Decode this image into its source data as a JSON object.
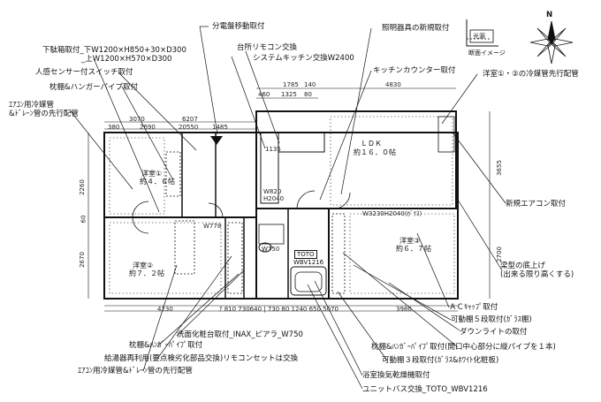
{
  "compass": {
    "north": "N",
    "image_label": "断面イメージ",
    "box_label": "光源"
  },
  "rooms": {
    "ldk_name": "ＬＤＫ",
    "ldk_size": "約１６．０帖",
    "western3_name": "洋室③",
    "western3_size": "約６．７帖",
    "western1_name": "洋室①",
    "western1_size": "約４．６帖",
    "western2_name": "洋室②",
    "western2_size": "約７．２帖",
    "toto": "TOTO",
    "bath_model": "WBV1216"
  },
  "callouts": {
    "panel_move": "分電盤移動取付",
    "kitchen_remote": "台所リモコン交換",
    "system_kitchen": "システムキッチン交換W2400",
    "lighting": "照明器具の新規取付",
    "counter": "キッチンカウンター取付",
    "western_ac_pipe": "洋室①・②の冷媒管先行配管",
    "shoebox_line1": "下駄箱取付_下W1200×H850+30×D300",
    "shoebox_line2": "_上W1200×H570×D300",
    "sensor_switch": "人感センサー付スイッチ取付",
    "shelf_hanger": "枕棚&ハンガーパイプ取付",
    "ac_pipe_left_1": "ｴｱｺﾝ用冷媒管",
    "ac_pipe_left_2": "&ﾄﾞﾚｰﾝ管の先行配管",
    "new_ac": "新規エアコン取付",
    "floor_raise_1": "梁型の底上げ",
    "floor_raise_2": "(出来る限り高くする)",
    "ac_cap": "ＡＣｷｬｯﾌﾟ取付",
    "shelf_5": "可動棚５段取付(ｶﾞﾗｽ棚)",
    "downlight": "ダウンライトの取付",
    "shelf_hanger_right": "枕棚&ﾊﾝｶﾞｰﾊﾟｲﾌﾟ取付(開口中心部分に縦パイプを１本)",
    "shelf_3": "可動棚３段取付(ｶﾞﾗｽ&ﾎﾜｲﾄ化粧板)",
    "bath_dryer": "浴室換気乾燥機取付",
    "unit_bath": "ユニットバス交換_TOTO_WBV1216",
    "washstand": "洗面化粧台取付_INAX_ピアラ_W750",
    "shelf_hanger_bottom": "枕棚&ﾊﾝｶﾞｰﾊﾟｲﾌﾟ取付",
    "water_heater": "給湯器再利用(要点検劣化部品交換)リモコンセットは交換",
    "ac_pipe_bottom": "ｴｱｺﾝ用冷媒管&ﾄﾞﾚｰﾝ管の先行配管"
  },
  "dimensions": {
    "top_1785": "1785",
    "top_140": "140",
    "top_4830": "4830",
    "top_460": "460",
    "top_1325": "1325",
    "top_80": "80",
    "left_3070": "3070",
    "left_6207": "6207",
    "left_380": "380",
    "left_2690": "2690",
    "left_20550": "20550",
    "left_1485": "1485",
    "bottom_4230": "4230",
    "bottom_3980": "3980",
    "bottom_mid": "ｱ 810 730640 | 730 80  1240  650 5070",
    "side_2260": "2260",
    "side_60": "60",
    "side_2670": "2670",
    "right_3655": "3655",
    "right_2700": "2700",
    "w820": "W820",
    "h2040": "H2040",
    "w778": "W778",
    "w3230": "W3230H2040(ｶﾞﾗｽ)",
    "w1135": "1135",
    "w750": "W750"
  }
}
